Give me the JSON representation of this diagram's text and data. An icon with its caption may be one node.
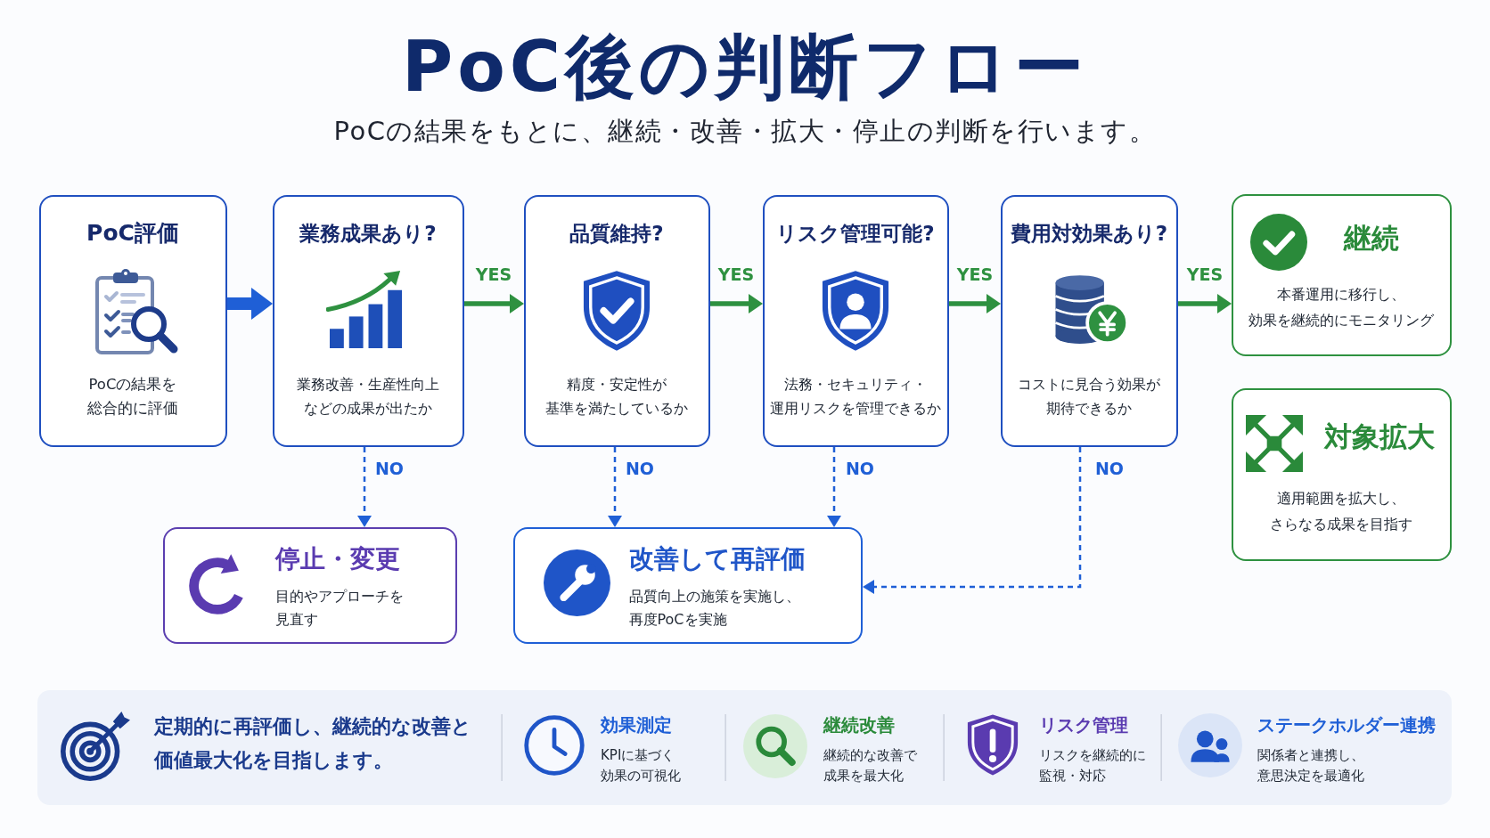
{
  "diagram": {
    "title": "PoC後の判断フロー",
    "nodes": [
      {
        "text": [
          "PoC評価",
          "PoCの結果を総合的に評価"
        ]
      },
      {
        "text": [
          "業務成果あり?",
          "業務改善・生産性向上などの成果が出たか"
        ]
      },
      {
        "text": [
          "品質維持?",
          "精度・安定性が基準を満たしているか"
        ]
      },
      {
        "text": [
          "リスク管理可能?",
          "法務・セキュリティ・運用リスクを管理できるか"
        ]
      },
      {
        "text": [
          "費用対効果あり?",
          "コストに見合う効果が期待できるか"
        ]
      },
      {
        "text": [
          "継続",
          "本番運用に移行し、効果を継続的にモニタリング"
        ]
      },
      {
        "text": [
          "対象拡大",
          "適用範囲を拡大し、さらなる成果を目指す"
        ]
      },
      {
        "text": [
          "停止・変更",
          "目的やアプローチを見直す"
        ]
      },
      {
        "text": [
          "改善して再評価",
          "品質向上の施策を実施し、再度PoCを実施"
        ]
      },
      {
        "text": [
          "定期的に再評価し、継続的な改善と価値最大化を目指します。",
          "効果測定",
          "KPIに基づく効果の可視化",
          "継続改善",
          "継続的な改善で成果を最大化",
          "リスク管理",
          "リスクを継続的に監視・対応",
          "ステークホルダー連携",
          "関係者と連携し、意思決定を最適化"
        ]
      }
    ],
    "edges": [
      {
        "from": 0,
        "to": 1,
        "arrow": "to",
        "style": "thick"
      },
      {
        "from": 1,
        "to": 2,
        "arrow": "to",
        "label": "YES",
        "color": "#2e9140"
      },
      {
        "from": 2,
        "to": 3,
        "arrow": "to",
        "label": "YES",
        "color": "#2e9140"
      },
      {
        "from": 3,
        "to": 4,
        "arrow": "to",
        "label": "YES",
        "color": "#2e9140"
      },
      {
        "from": 4,
        "to": 5,
        "arrow": "to",
        "label": "YES",
        "color": "#2e9140"
      },
      {
        "from": 1,
        "to": 7,
        "arrow": "to",
        "label": "NO",
        "style": "dashed"
      },
      {
        "from": 2,
        "to": 8,
        "arrow": "to",
        "label": "NO",
        "style": "dashed"
      },
      {
        "from": 3,
        "to": 8,
        "arrow": "to",
        "label": "NO",
        "style": "dashed"
      },
      {
        "from": 4,
        "to": 8,
        "arrow": "to",
        "label": "NO",
        "style": "dashed"
      }
    ],
    "labels": [
      "PoCの結果をもとに、継続・改善・拡大・停止の判断を行います。"
    ]
  }
}
